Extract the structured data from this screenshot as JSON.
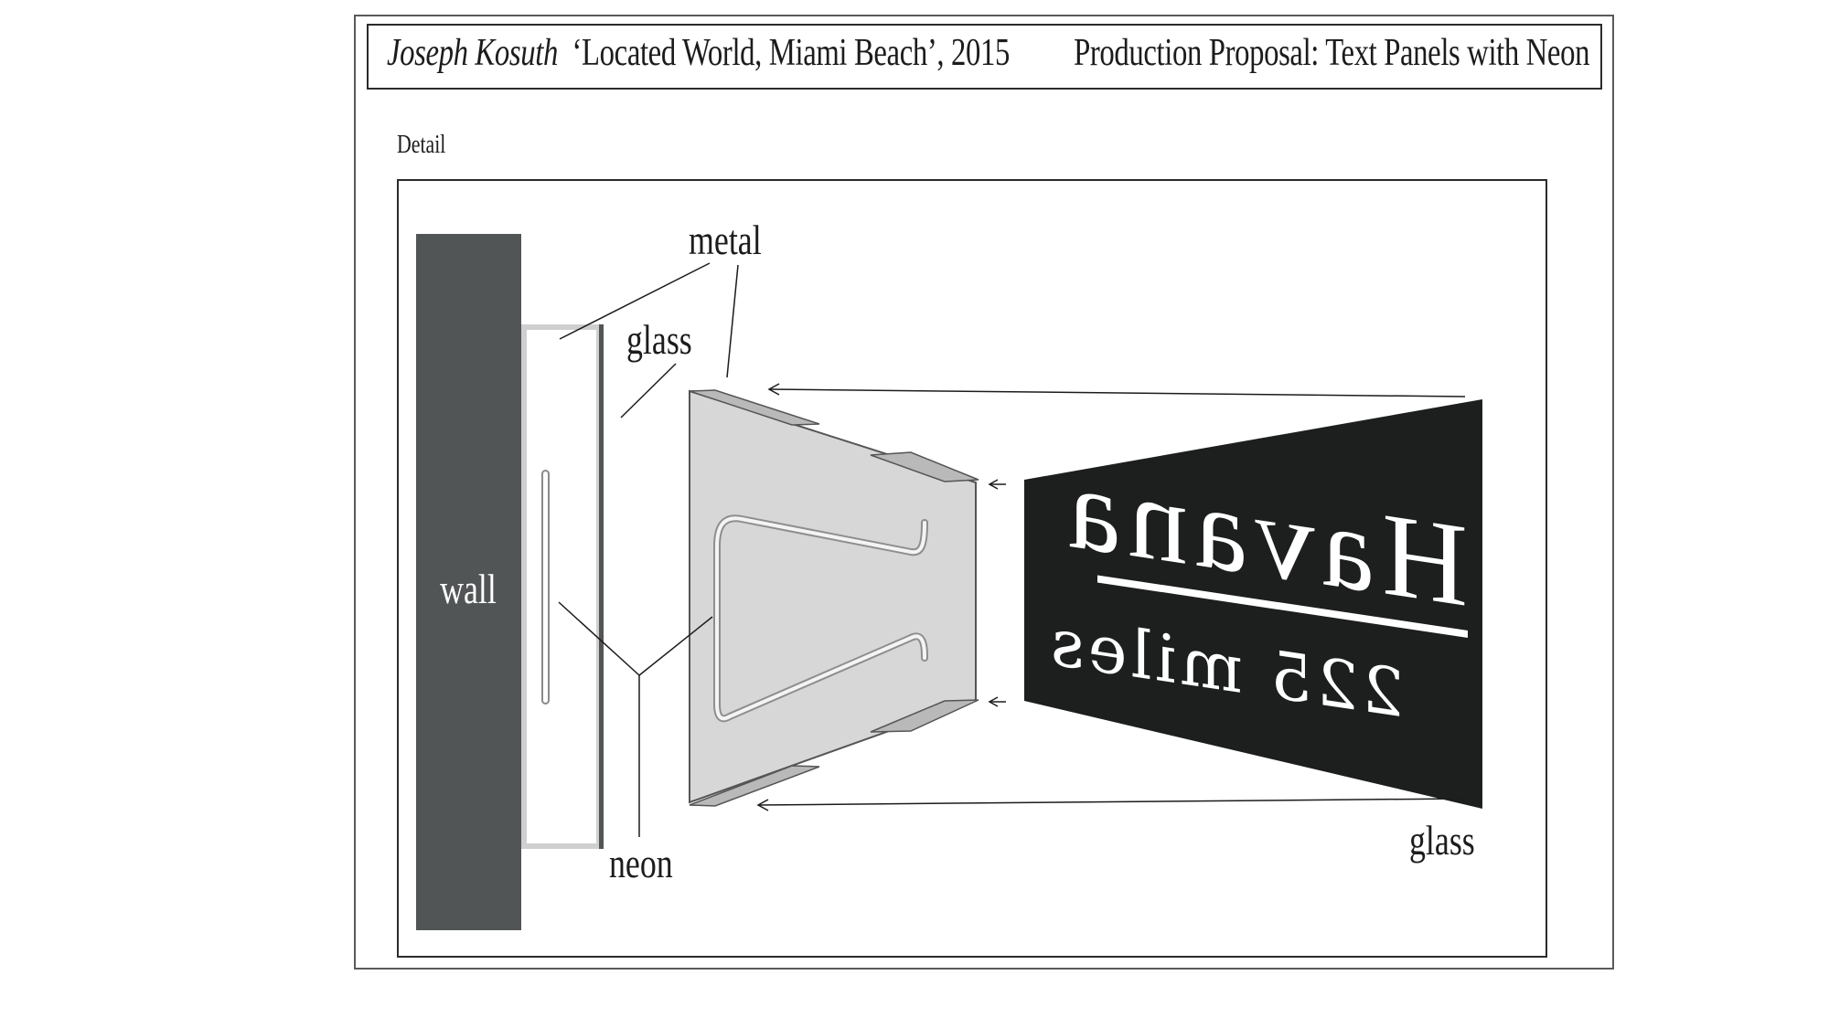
{
  "header": {
    "artist": "Joseph Kosuth",
    "work_title": "‘Located World, Miami Beach’, 2015",
    "proposal": "Production Proposal: Text Panels with Neon"
  },
  "section_label": "Detail",
  "diagram": {
    "labels": {
      "wall": "wall",
      "metal": "metal",
      "glass_top": "glass",
      "neon": "neon",
      "glass_bottom": "glass"
    },
    "panel_text": {
      "line1": "Havana",
      "line2": "225 miles"
    },
    "colors": {
      "wall": "#525555",
      "panel": "#1d1f1f",
      "metal_panel": "#d7d7d7",
      "frame": "#cfcfcf"
    }
  }
}
